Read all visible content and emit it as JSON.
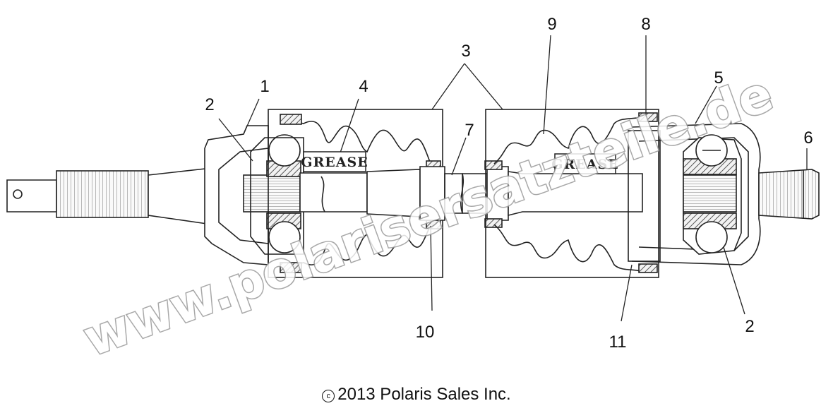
{
  "diagram": {
    "callouts": [
      "1",
      "2",
      "3",
      "4",
      "5",
      "6",
      "7",
      "8",
      "9",
      "10",
      "11",
      "2"
    ],
    "grease_label": "GREASE",
    "watermark": "www.polarisersatzteile.de"
  },
  "footer": {
    "copyright_symbol": "c",
    "copyright_text": "2013 Polaris Sales Inc."
  }
}
